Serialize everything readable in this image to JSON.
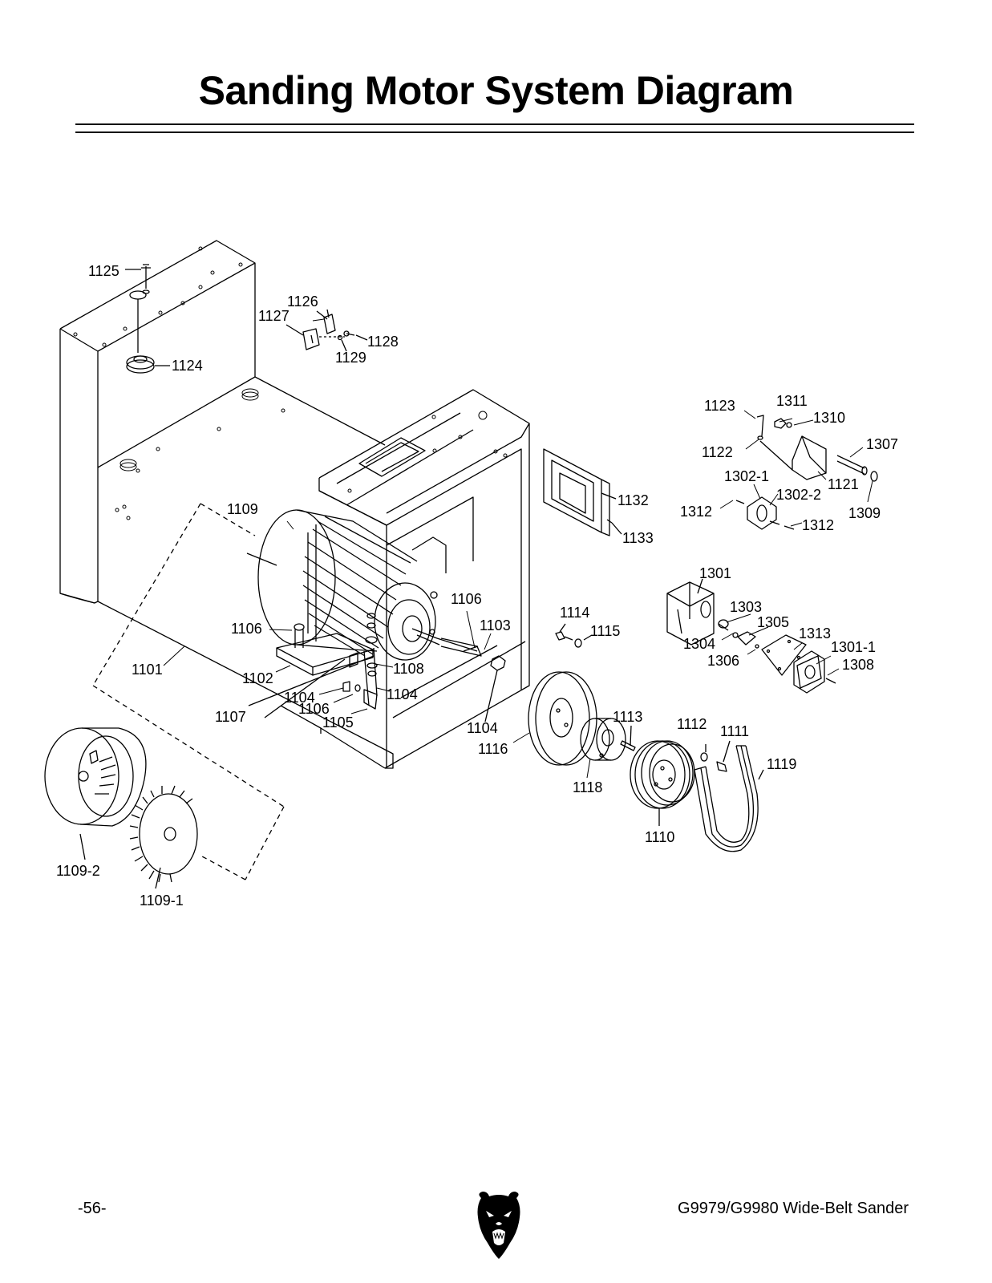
{
  "title": "Sanding Motor System Diagram",
  "footer": {
    "page_number": "-56-",
    "manual_title": "G9979/G9980 Wide-Belt Sander"
  },
  "logo_icon": "bear-head-icon",
  "part_labels": [
    "1125",
    "1126",
    "1127",
    "1128",
    "1129",
    "1124",
    "1123",
    "1311",
    "1310",
    "1307",
    "1122",
    "1302-1",
    "1121",
    "1302-2",
    "1309",
    "1312",
    "1312",
    "1132",
    "1133",
    "1109",
    "1301",
    "1106",
    "1303",
    "1114",
    "1103",
    "1115",
    "1305",
    "1313",
    "1106",
    "1304",
    "1301-1",
    "1306",
    "1308",
    "1101",
    "1108",
    "1102",
    "1104",
    "1104",
    "1106",
    "1107",
    "1105",
    "1104",
    "1113",
    "1112",
    "1111",
    "1116",
    "1119",
    "1118",
    "1110",
    "1109-2",
    "1109-1"
  ],
  "colors": {
    "ink": "#000000",
    "paper": "#ffffff"
  }
}
